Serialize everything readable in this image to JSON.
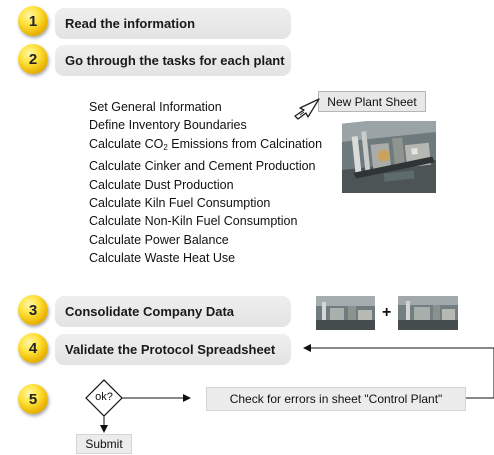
{
  "steps": [
    {
      "number": "1",
      "label": "Read the information"
    },
    {
      "number": "2",
      "label": "Go through the tasks for each plant"
    },
    {
      "number": "3",
      "label": "Consolidate Company Data"
    },
    {
      "number": "4",
      "label": "Validate the Protocol Spreadsheet"
    },
    {
      "number": "5"
    }
  ],
  "tasks": [
    "Set General Information",
    "Define Inventory Boundaries",
    {
      "pre": "Calculate CO",
      "sub": "2",
      "post": " Emissions from Calcination"
    },
    "Calculate Cinker and Cement Production",
    "Calculate Dust Production",
    "Calculate Kiln Fuel Consumption",
    "Calculate Non-Kiln Fuel Consumption",
    "Calculate Power Balance",
    "Calculate Waste Heat Use"
  ],
  "new_plant_sheet_label": "New Plant Sheet",
  "plus_sign": "+",
  "decision_label": "ok?",
  "check_errors_label": "Check for errors in sheet \"Control Plant\"",
  "submit_label": "Submit",
  "icons": [
    "cursor-hand-icon",
    "plant-photo",
    "arrow-icon",
    "decision-diamond"
  ]
}
